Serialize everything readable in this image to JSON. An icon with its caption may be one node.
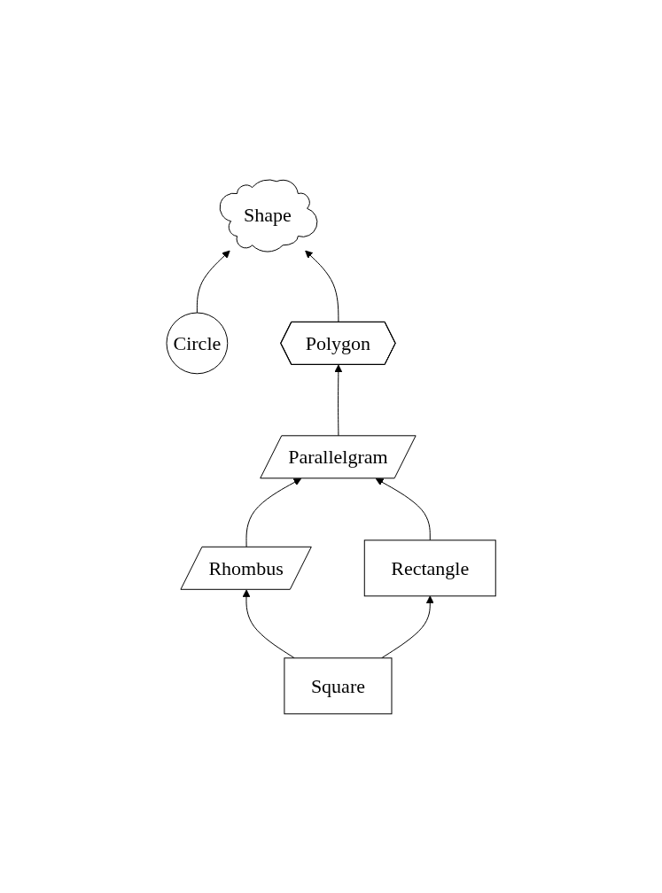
{
  "diagram": {
    "nodes": [
      {
        "text": [
          "Shape"
        ]
      },
      {
        "text": [
          "Circle"
        ]
      },
      {
        "text": [
          "Polygon"
        ]
      },
      {
        "text": [
          "Parallelgram"
        ]
      },
      {
        "text": [
          "Rhombus"
        ]
      },
      {
        "text": [
          "Rectangle"
        ]
      },
      {
        "text": [
          "Square"
        ]
      }
    ],
    "edges": [
      {
        "from": 1,
        "to": 0,
        "arrow": "to"
      },
      {
        "from": 2,
        "to": 0,
        "arrow": "to"
      },
      {
        "from": 3,
        "to": 2,
        "arrow": "to"
      },
      {
        "from": 4,
        "to": 3,
        "arrow": "to"
      },
      {
        "from": 5,
        "to": 3,
        "arrow": "to"
      },
      {
        "from": 6,
        "to": 4,
        "arrow": "to"
      },
      {
        "from": 6,
        "to": 5,
        "arrow": "to"
      }
    ]
  }
}
